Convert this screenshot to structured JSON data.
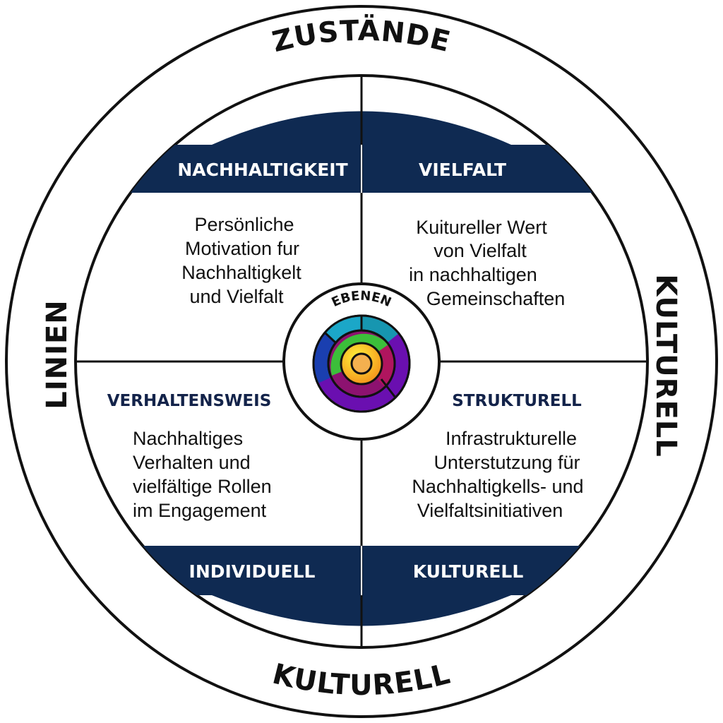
{
  "outer_labels": {
    "top": "ZUSTÄNDE",
    "bottom": "KULTURELL",
    "left": "LINIEN",
    "right": "KULTURELL"
  },
  "quadrants": {
    "top_left": {
      "band_label": "NACHHALTIGKEIT",
      "text": [
        "Persönliche",
        "Motivation fur",
        "Nachhaltigkelt",
        "und Vielfalt"
      ]
    },
    "top_right": {
      "band_label": "VIELFALT",
      "text": [
        "Kuitureller Wert",
        "von Vielfalt",
        "in nachhaltigen",
        "Gemeinschaften"
      ]
    },
    "bottom_left": {
      "heading": "VERHALTENSWEIS",
      "band_label": "INDIVIDUELL",
      "text": [
        "Nachhaltiges",
        "Verhalten und",
        "vielfältige Rollen",
        "im Engagement"
      ]
    },
    "bottom_right": {
      "heading": "STRUKTURELL",
      "band_label": "KULTURELL",
      "text": [
        "Infrastrukturelle",
        "Unterstutzung für",
        "Nachhaltigkells- und",
        "Vielfaltsinitiativen"
      ]
    }
  },
  "center": {
    "label": "EBENEN"
  },
  "colors": {
    "navy": "#0f2a52",
    "teal": "#1ba7c8",
    "blue": "#1a3fb0",
    "green": "#3cbf3a",
    "magenta": "#b0155e",
    "purple": "#6a0fb0",
    "yellow": "#f7d21a",
    "orange": "#f4901a",
    "core": "#f4b04f"
  }
}
